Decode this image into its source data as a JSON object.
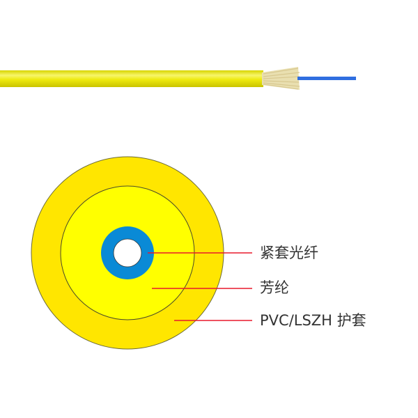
{
  "labels": {
    "tight_buffer": "紧套光纤",
    "aramid": "芳纶",
    "jacket": "PVC/LSZH 护套"
  },
  "colors": {
    "jacket": "#ffe600",
    "aramid": "#ffff00",
    "buffer": "#0a8ad6",
    "leader_line": "#e8192c",
    "fiber": "#2f6ee0"
  }
}
